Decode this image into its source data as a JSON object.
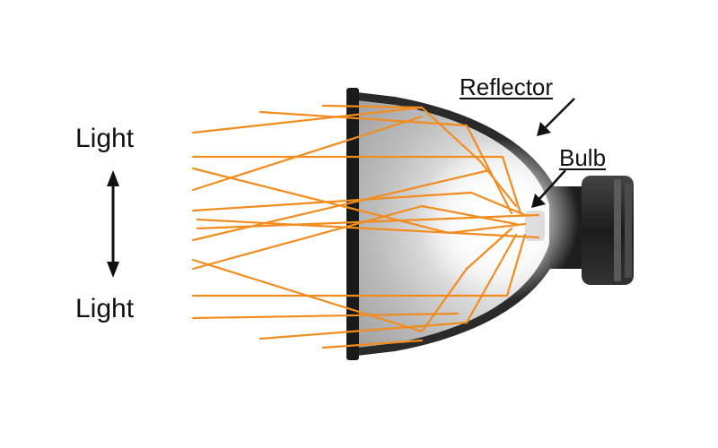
{
  "labels": {
    "light_top": "Light",
    "light_bottom": "Light",
    "reflector": "Reflector",
    "bulb": "Bulb"
  },
  "colors": {
    "ray": "#f28c1e",
    "text": "#111111",
    "rim": "#1a1a1a",
    "socket": "#222222"
  },
  "icons": {
    "double_arrow": "vertical-double-arrow-icon",
    "callout_arrow": "callout-arrow-icon"
  }
}
